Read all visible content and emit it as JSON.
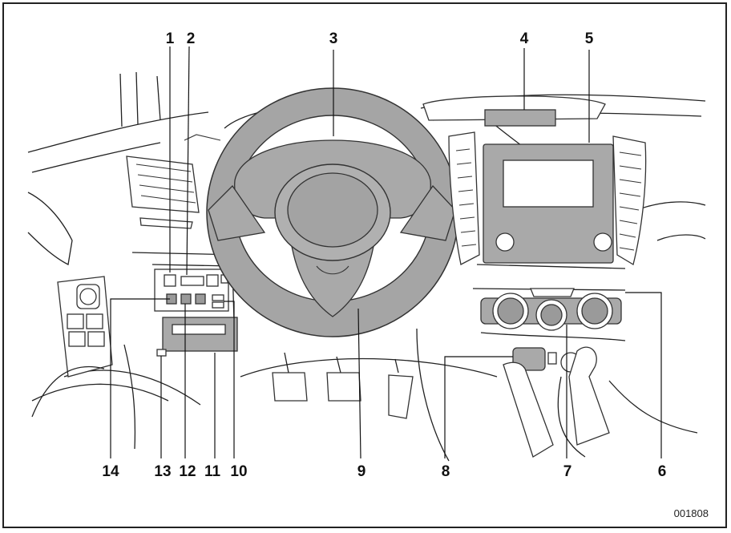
{
  "figure_code": "001808",
  "callouts": [
    "1",
    "2",
    "3",
    "4",
    "5",
    "6",
    "7",
    "8",
    "9",
    "10",
    "11",
    "12",
    "13",
    "14"
  ]
}
